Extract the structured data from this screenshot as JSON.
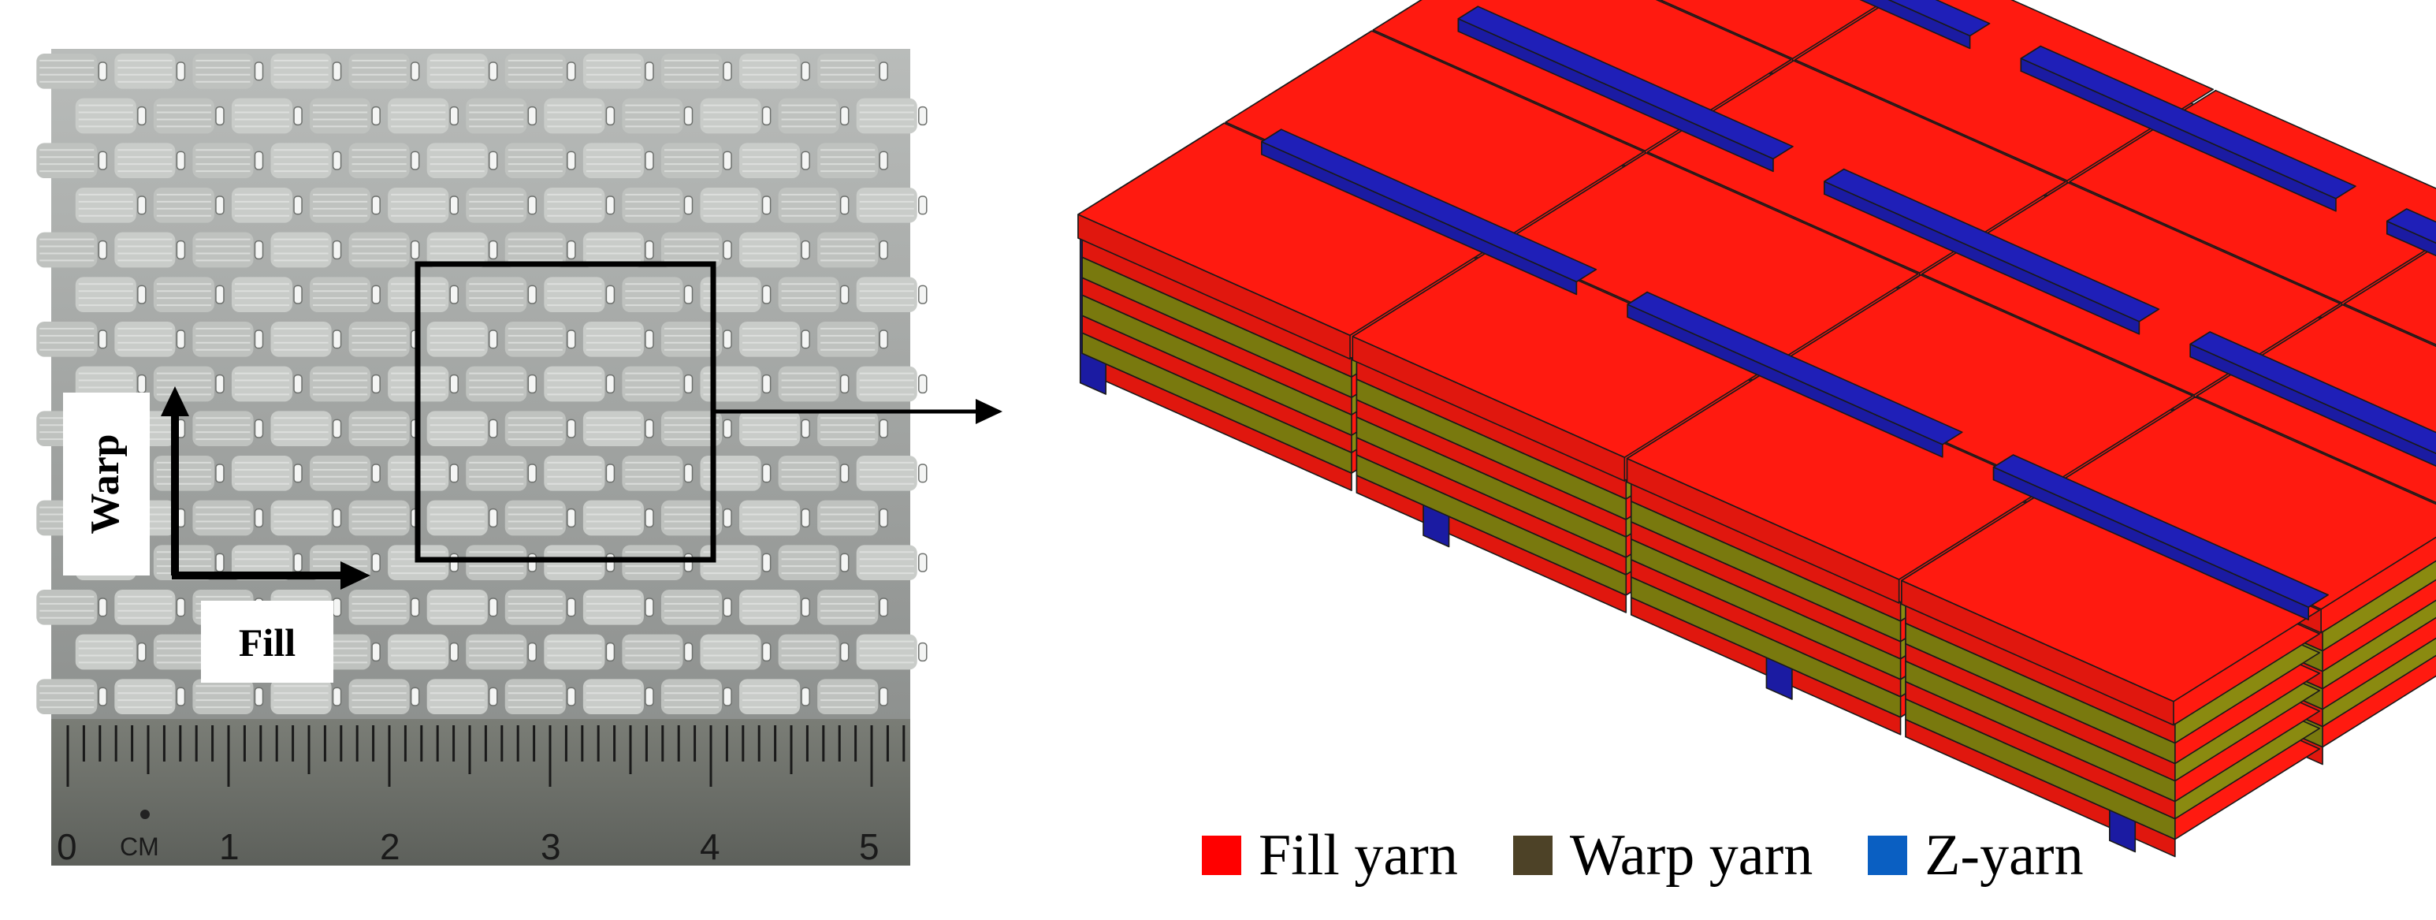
{
  "photo": {
    "warp_label": "Warp",
    "fill_label": "Fill",
    "ruler_unit": "CM",
    "ruler_numbers": [
      "0",
      "1",
      "2",
      "3",
      "4",
      "5"
    ]
  },
  "legend": [
    {
      "label": "Fill yarn",
      "color": "#ff0000"
    },
    {
      "label": "Warp yarn",
      "color": "#4d4227"
    },
    {
      "label": "Z-yarn",
      "color": "#0a5fc2"
    }
  ],
  "colors": {
    "fill": "#ff1a10",
    "warp": "#8a8a10",
    "z": "#1f1fb8",
    "outline": "#1a1a1a"
  }
}
